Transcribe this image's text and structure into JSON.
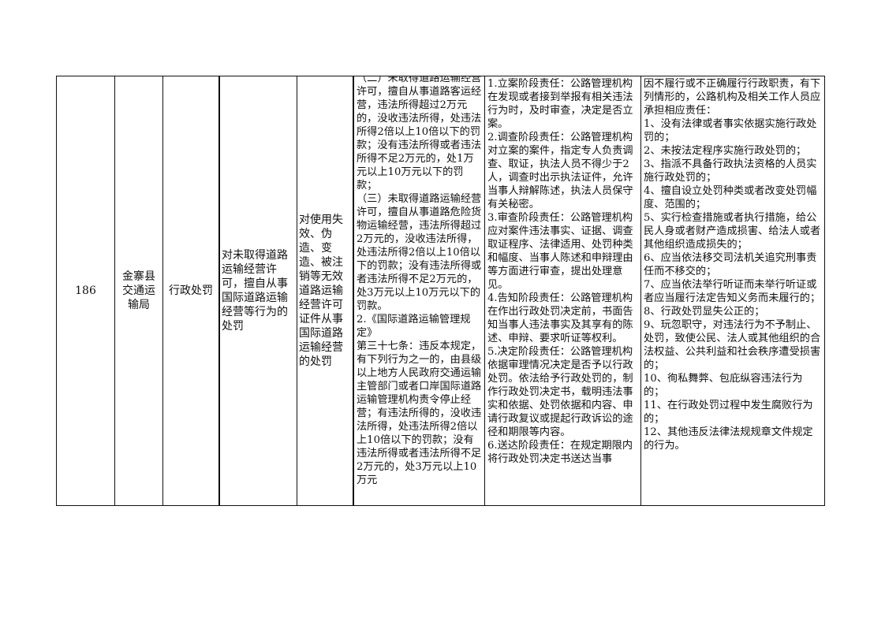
{
  "row": {
    "number": "186",
    "department": "金寨县交通运输局",
    "category": "行政处罚",
    "item_name": "对未取得道路运输经营许可，擅自从事国际道路运输经营等行为的处罚",
    "sub_item": "对使用失效、伪造、变造、被注销等无效道路运输经营许可证件从事国际道路运输经营的处罚",
    "basis_lines": [
      "（二）未取得道路运输经营许可，擅自从事道路客运经营，违法所得超过2万元的，没收违法所得，处违法所得2倍以上10倍以下的罚款；没有违法所得或者违法所得不足2万元的，处1万元以上10万元以下的罚款；",
      "（三）未取得道路运输经营许可，擅自从事道路危险货物运输经营，违法所得超过2万元的，没收违法所得，处违法所得2倍以上10倍以下的罚款；没有违法所得或者违法所得不足2万元的，处3万元以上10万元以下的罚款。",
      "2.《国际道路运输管理规定》",
      "第三十七条：违反本规定，有下列行为之一的，由县级以上地方人民政府交通运输主管部门或者口岸国际道路运输管理机构责令停止经营；有违法所得的，没收违法所得，处违法所得2倍以上10倍以下的罚款；没有违法所得或者违法所得不足2万元的，处3万元以上10万元"
    ],
    "responsibility_lines": [
      "1.立案阶段责任：公路管理机构在发现或者接到举报有相关违法行为时，及时审查，决定是否立案。",
      "2.调查阶段责任：公路管理机构对立案的案件，指定专人负责调查、取证，执法人员不得少于2人，调查时出示执法证件，允许当事人辩解陈述，执法人员保守有关秘密。",
      "3.审查阶段责任：公路管理机构应对案件违法事实、证据、调查取证程序、法律适用、处罚种类和幅度、当事人陈述和申辩理由等方面进行审查，提出处理意见。",
      "4.告知阶段责任：公路管理机构在作出行政处罚决定前，书面告知当事人违法事实及其享有的陈述、申辩、要求听证等权利。",
      "5.决定阶段责任：公路管理机构依据审理情况决定是否予以行政处罚。依法给予行政处罚的，制作行政处罚决定书，载明违法事实和依据、处罚依据和内容、申请行政复议或提起行政诉讼的途径和期限等内容。",
      "6.送达阶段责任：在规定期限内将行政处罚决定书送达当事"
    ],
    "accountability_lines": [
      "因不履行或不正确履行行政职责，有下列情形的，公路机构及相关工作人员应承担相应责任：",
      "1、没有法律或者事实依据实施行政处罚的；",
      "2、未按法定程序实施行政处罚的；",
      "3、指派不具备行政执法资格的人员实施行政处罚的；",
      "4、擅自设立处罚种类或者改变处罚幅度、范围的；",
      "5、实行检查措施或者执行措施，给公民人身或者财产造成损害、给法人或者其他组织造成损失的；",
      "6、应当依法移交司法机关追究刑事责任而不移交的；",
      "7、应当依法举行听证而未举行听证或者应当履行法定告知义务而未履行的；",
      "8、行政处罚显失公正的；",
      "9、玩忽职守，对违法行为不予制止、处罚，致使公民、法人或其他组织的合法权益、公共利益和社会秩序遭受损害的；",
      "10、徇私舞弊、包庇纵容违法行为的；",
      "11、在行政处罚过程中发生腐败行为的；",
      "12、其他违反法律法规规章文件规定的行为。"
    ]
  }
}
